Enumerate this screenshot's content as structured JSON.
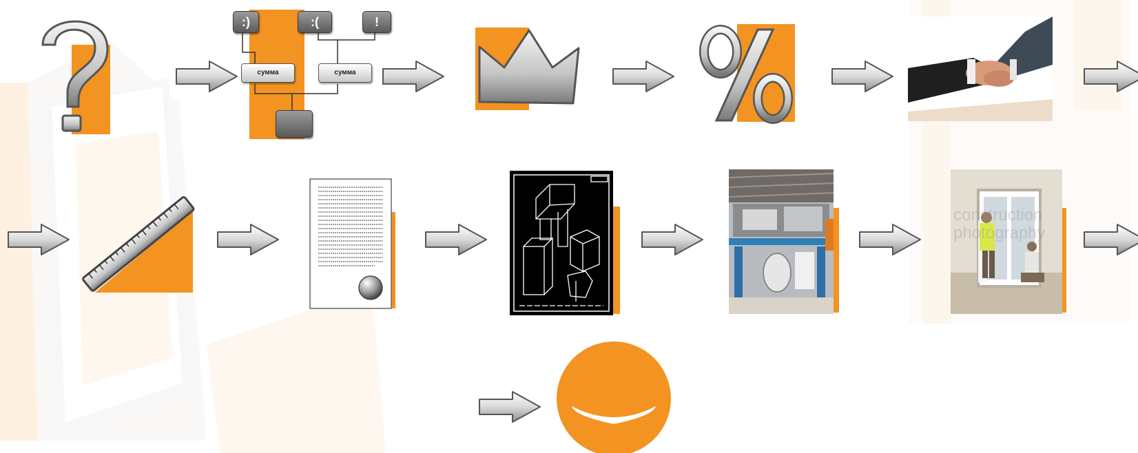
{
  "colors": {
    "accent": "#F39322",
    "arrow": "#d0d0d0",
    "grey_dark": "#5a5a5a"
  },
  "org_chart": {
    "happy_label": ":)",
    "sad_label": ":(",
    "alert_label": "!",
    "sum_left_label": "сумма",
    "sum_right_label": "сумма"
  },
  "watermark": {
    "line1": "construction",
    "line2": "photography"
  },
  "steps": [
    {
      "icon": "question-mark-icon"
    },
    {
      "icon": "org-chart-icon"
    },
    {
      "icon": "crown-icon"
    },
    {
      "icon": "percent-icon"
    },
    {
      "icon": "handshake-photo"
    },
    {
      "icon": "ruler-icon"
    },
    {
      "icon": "document-icon"
    },
    {
      "icon": "blueprint-drawing"
    },
    {
      "icon": "factory-photo"
    },
    {
      "icon": "installation-photo"
    },
    {
      "icon": "smile-icon"
    }
  ]
}
